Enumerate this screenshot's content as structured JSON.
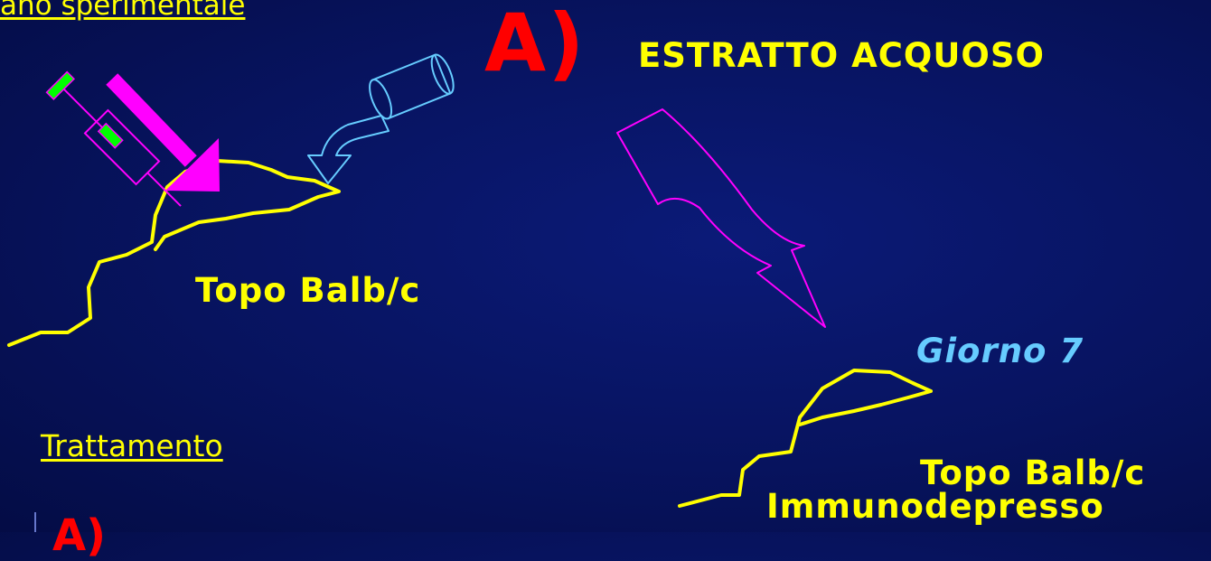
{
  "slide": {
    "title_partial": "ano sperimentale",
    "section_letter": "A)",
    "extract_label": "ESTRATTO ACQUOSO",
    "mouse_left_label": "Topo Balb/c",
    "day_label": "Giorno 7",
    "mouse_right_label_line1": "Topo Balb/c",
    "mouse_right_label_line2": "Immunodepresso",
    "treatment_heading": "Trattamento",
    "treatment_item_letter": "A)"
  },
  "colors": {
    "background": "#07135e",
    "mouse_outline": "#ffff00",
    "injection_arrow": "#ff00ff",
    "syringe_outline": "#ff00ff",
    "syringe_plunger": "#00ff00",
    "beaker_outline": "#66ccff",
    "transfer_arrow": "#ff00ff",
    "accent_red": "#ff0000",
    "day_label": "#66ccff"
  },
  "icons": [
    "syringe-icon",
    "injection-arrow-icon",
    "beaker-icon",
    "pour-arrow-icon",
    "transfer-arrow-icon",
    "mouse-icon"
  ]
}
